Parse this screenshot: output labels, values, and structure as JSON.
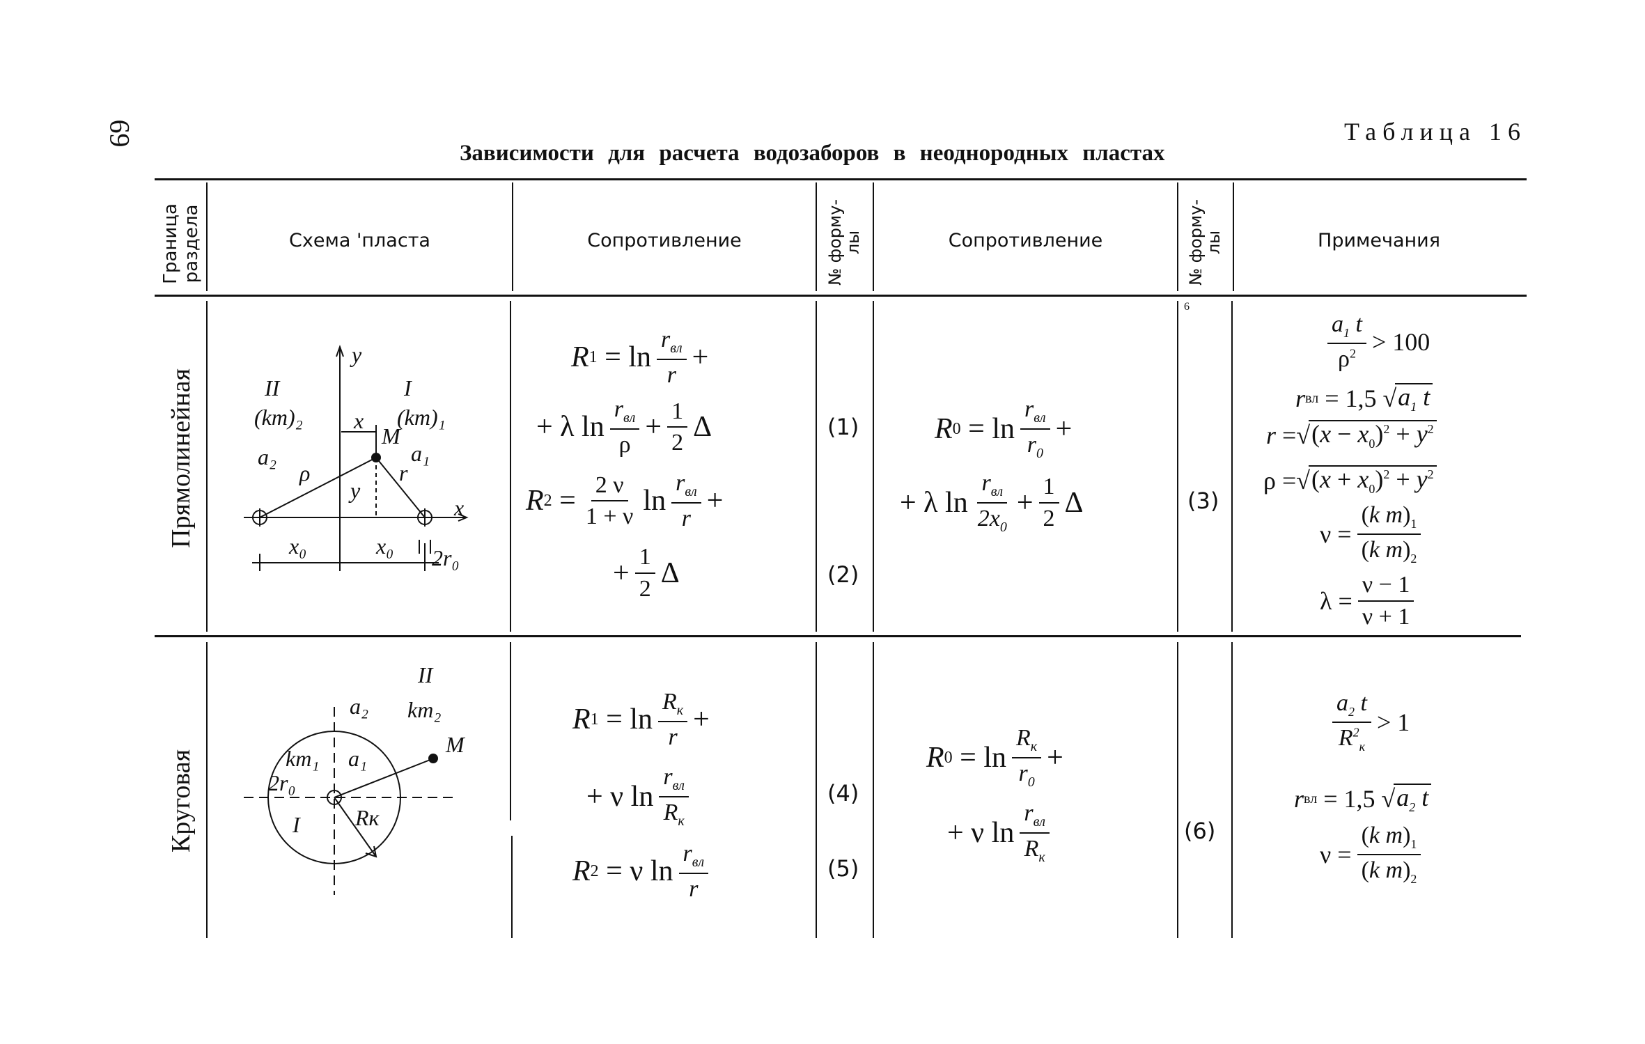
{
  "page_number": "69",
  "table_label": "Таблица 16",
  "title": "Зависимости для расчета водозаборов в неоднородных пластах",
  "headers": {
    "boundary": [
      "Граница",
      "раздела"
    ],
    "scheme": "Схема 'пласта",
    "resistance1": "Сопротивление",
    "formula_no1": [
      "№ форму-",
      "лы"
    ],
    "resistance2": "Сопротивление",
    "formula_no2": [
      "№ форму-",
      "лы"
    ],
    "notes": "Примечания"
  },
  "rows": [
    {
      "boundary": "Прямолинейная",
      "diagram": {
        "zone_left": "II",
        "zone_right": "I",
        "km_left": "(km)₂",
        "km_right": "(km)₁",
        "a_left": "a₂",
        "a_right": "a₁",
        "rho": "ρ",
        "r": "r",
        "point": "M",
        "x": "x",
        "y": "y",
        "axis_y": "y",
        "axis_x": "x",
        "x0_left": "x₀",
        "x0_right": "x₀",
        "r0": "2r₀"
      },
      "formula_numbers": [
        "(1)",
        "(2)"
      ],
      "formula_number_r0": "(3)",
      "notes_tail": [
        "> 100",
        "= 1,5",
        "= ",
        "= ",
        "= ",
        "= "
      ]
    },
    {
      "boundary": "Круговая",
      "diagram": {
        "zone_outer": "II",
        "km_outer": "km₂",
        "a_outer": "a₂",
        "km_inner": "km₁",
        "a_inner": "a₁",
        "r0": "2r₀",
        "zone_inner": "I",
        "rk": "Rк",
        "point": "M"
      },
      "formula_numbers": [
        "(4)",
        "(5)"
      ],
      "formula_number_r0": "(6)"
    }
  ],
  "stray_mark": "6"
}
